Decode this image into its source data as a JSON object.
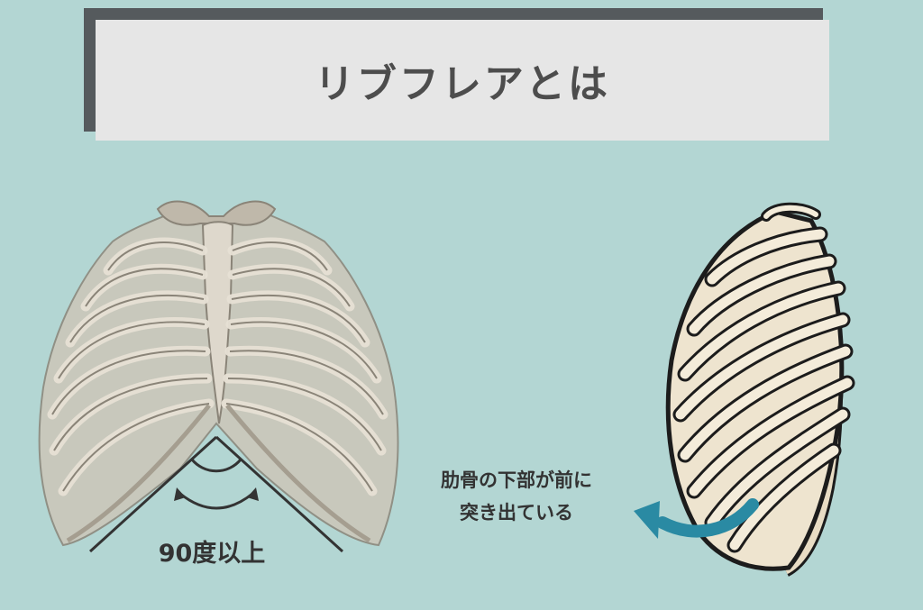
{
  "title": "リブフレアとは",
  "front_view": {
    "angle_label": "90度以上"
  },
  "side_view": {
    "callout_line1": "肋骨の下部が前に",
    "callout_line2": "突き出ている"
  },
  "colors": {
    "background": "#b3d6d3",
    "arrow": "#2a8aa3",
    "bone_front": "#cfc7b8",
    "bone_side": "#f2ead8"
  }
}
